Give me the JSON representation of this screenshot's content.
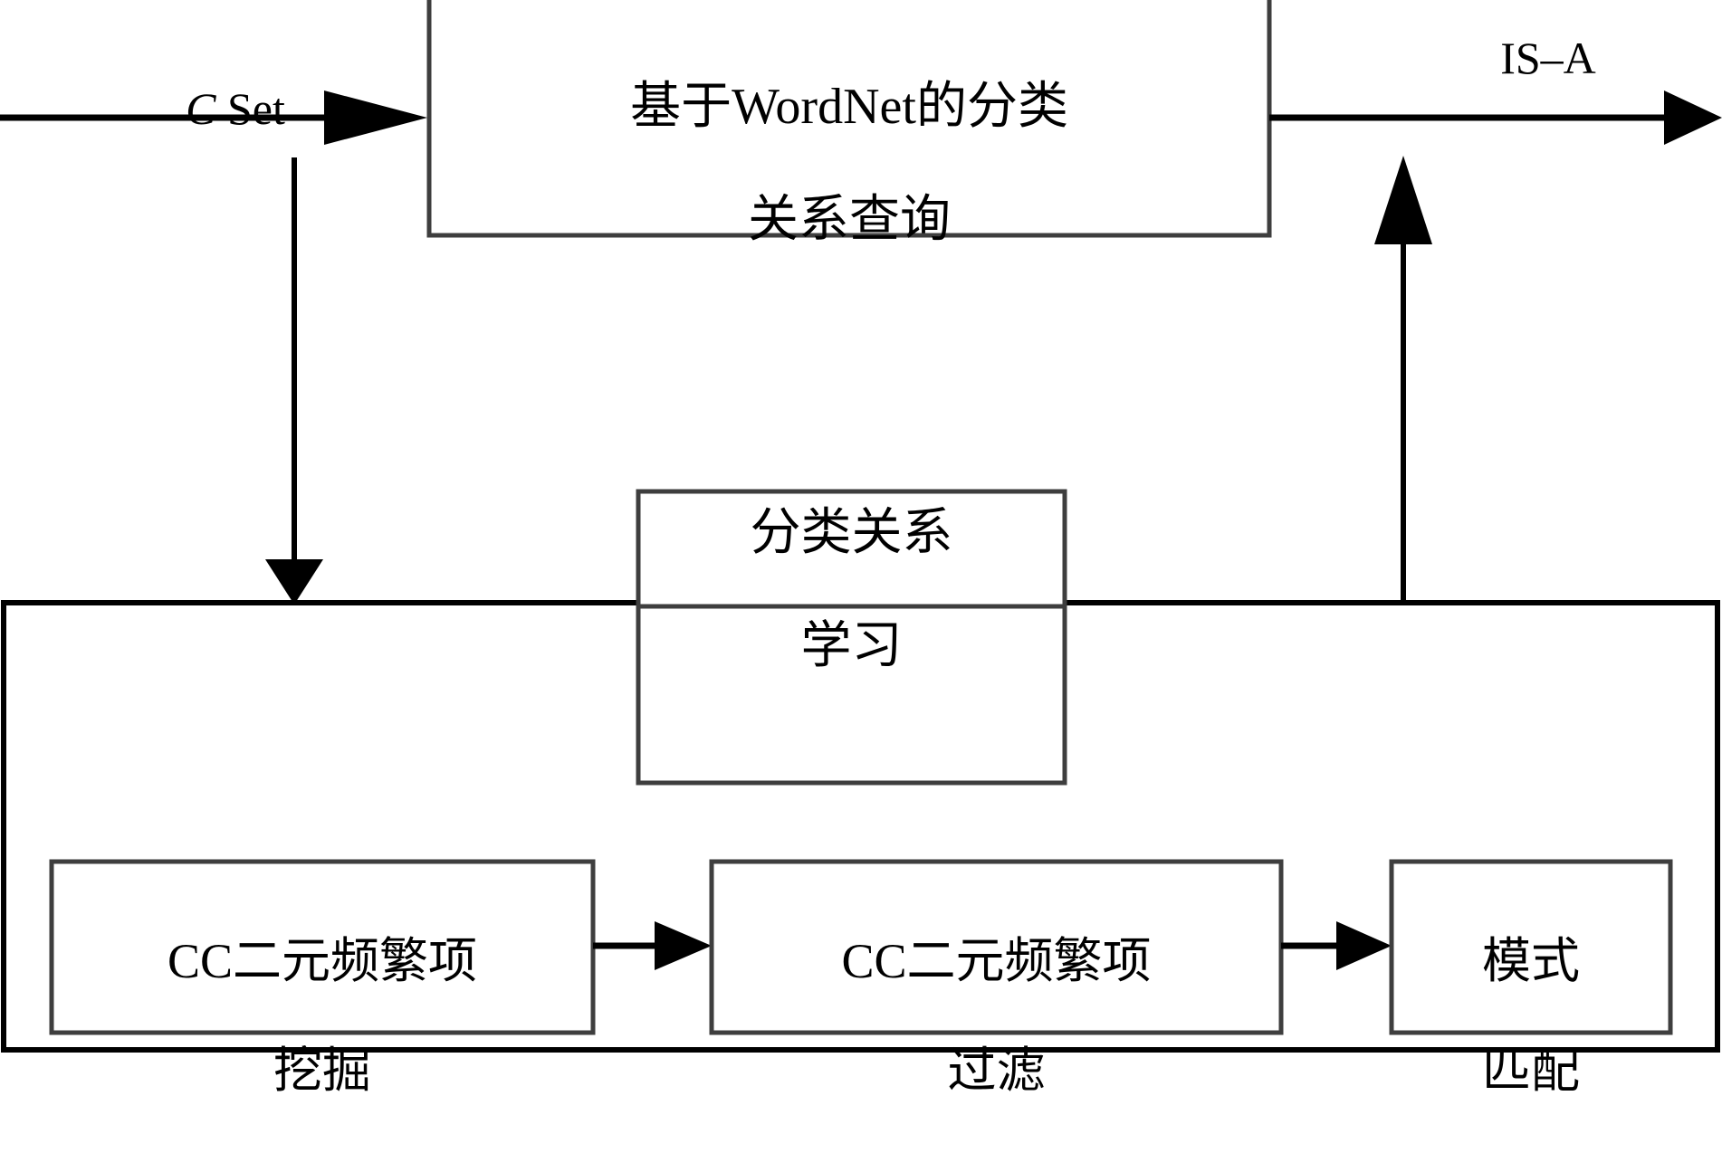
{
  "diagram": {
    "title": "基于WordNet的分类关系查询与分类关系学习流程图",
    "colors": {
      "background": "#ffffff",
      "box_border": "#3e3e3e",
      "outer_border": "#000000",
      "line": "#000000",
      "text": "#000000"
    },
    "edge_labels": {
      "input": "C Set",
      "input_italic_part": "C",
      "input_roman_part": " Set",
      "output": "IS–A"
    },
    "nodes": [
      {
        "id": "wordnet-query",
        "label": "基于WordNet的分类\n关系查询",
        "line1": "基于WordNet的分类",
        "line2": "关系查询"
      },
      {
        "id": "relation-learning",
        "label": "分类关系\n学习",
        "line1": "分类关系",
        "line2": "学习"
      },
      {
        "id": "cc-binary-frequent-mining",
        "label": "CC二元频繁项\n挖掘",
        "line1": "CC二元频繁项",
        "line2": "挖掘"
      },
      {
        "id": "cc-binary-frequent-filter",
        "label": "CC二元频繁项\n过滤",
        "line1": "CC二元频繁项",
        "line2": "过滤"
      },
      {
        "id": "pattern-matching",
        "label": "模式\n匹配",
        "line1": "模式",
        "line2": "匹配"
      }
    ],
    "edges": [
      {
        "id": "input-to-query",
        "from": "input",
        "to": "wordnet-query",
        "label": "C Set",
        "direction": "right"
      },
      {
        "id": "query-to-output",
        "from": "wordnet-query",
        "to": "output",
        "label": "IS–A",
        "direction": "right"
      },
      {
        "id": "input-branch-down",
        "from": "input-line",
        "to": "learning-container",
        "label": "",
        "direction": "down"
      },
      {
        "id": "container-to-output",
        "from": "learning-container",
        "to": "output-line",
        "label": "",
        "direction": "up"
      },
      {
        "id": "mining-to-filter",
        "from": "cc-binary-frequent-mining",
        "to": "cc-binary-frequent-filter",
        "label": "",
        "direction": "right"
      },
      {
        "id": "filter-to-pattern",
        "from": "cc-binary-frequent-filter",
        "to": "pattern-matching",
        "label": "",
        "direction": "right"
      }
    ]
  }
}
